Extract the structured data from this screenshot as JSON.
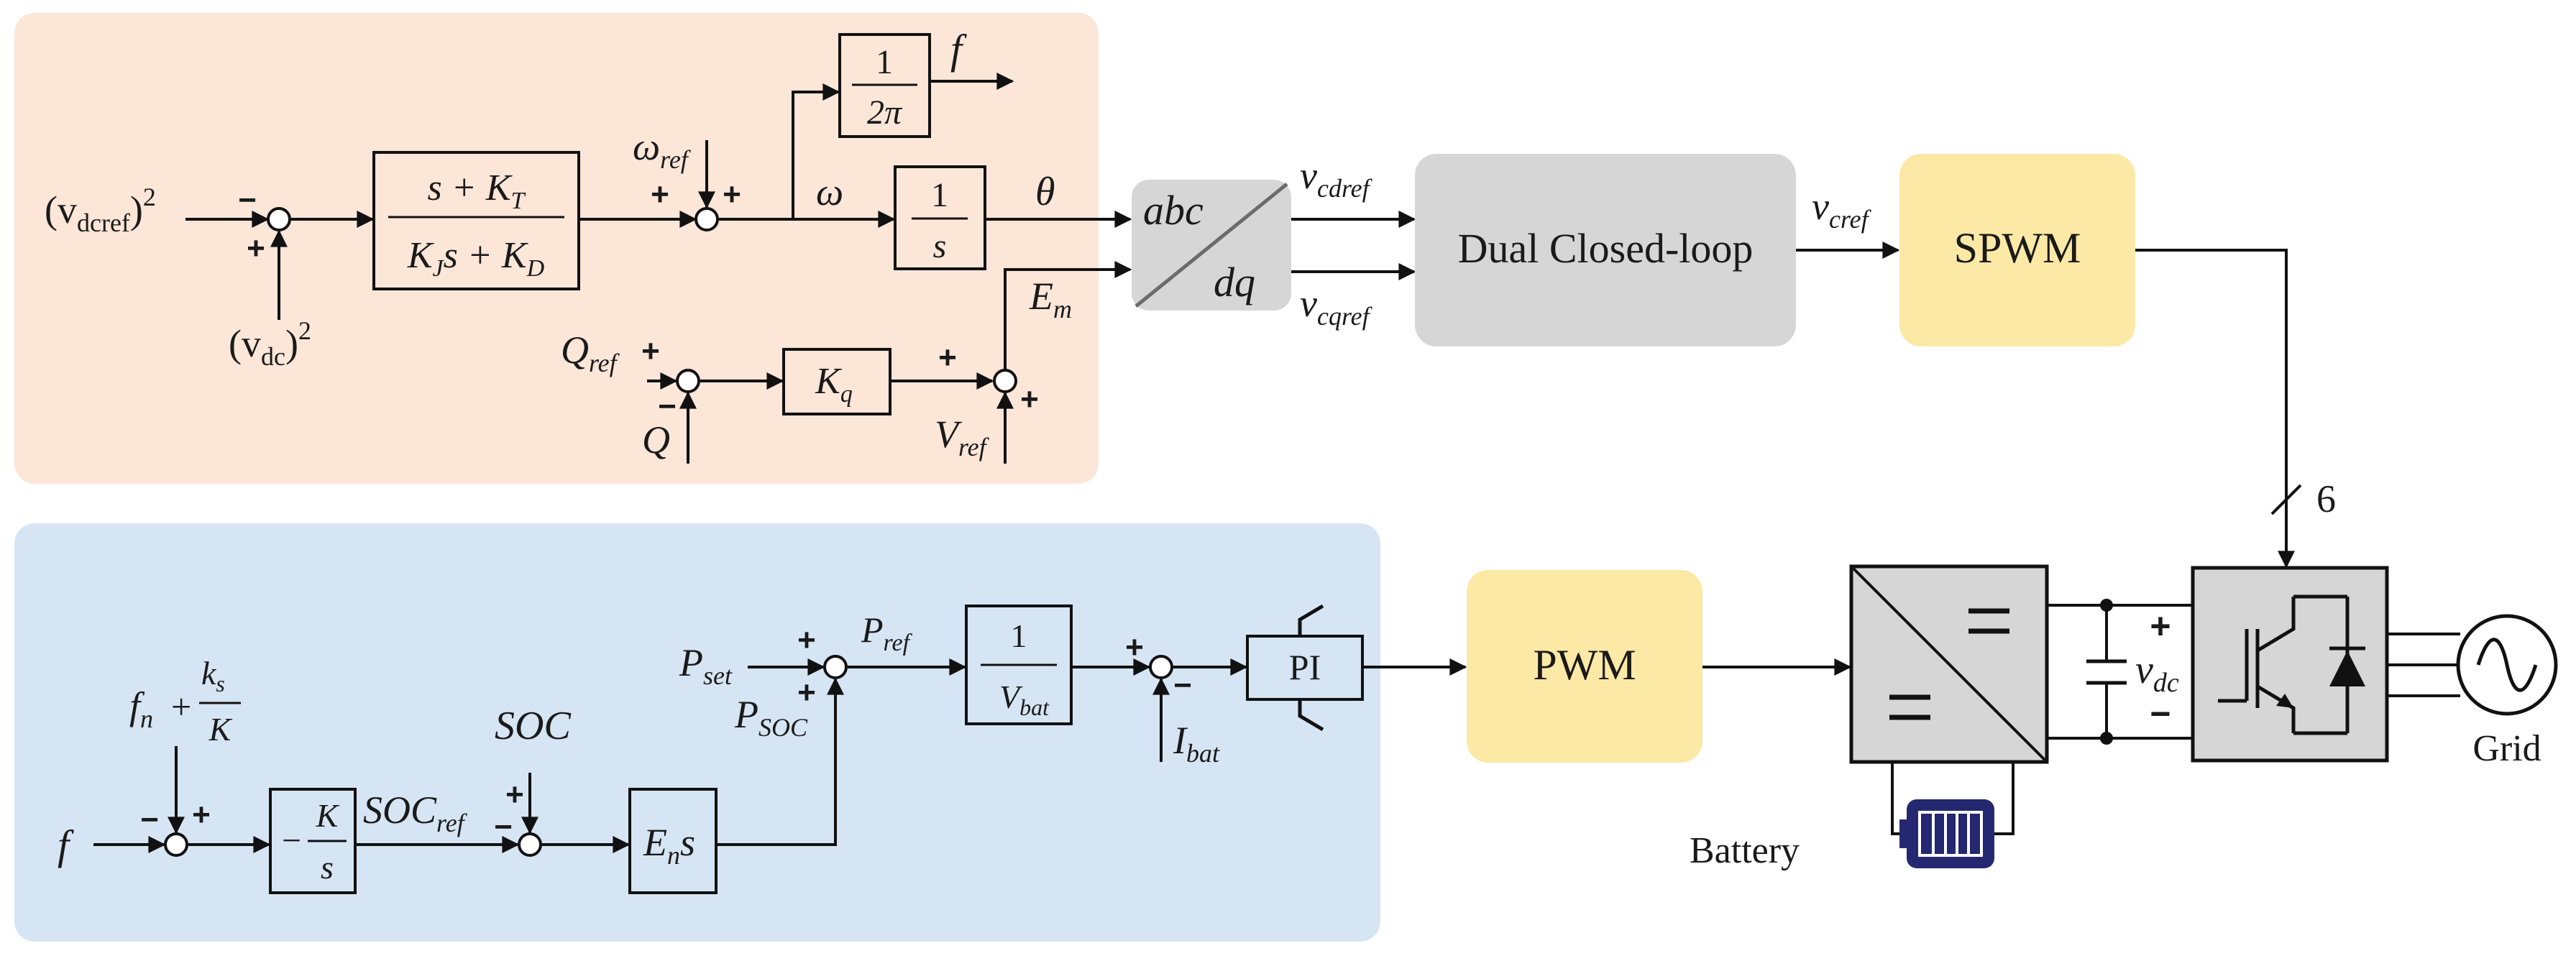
{
  "colors": {
    "voltage_panel": "#fbe6d8",
    "battery_panel": "#d6e5f4",
    "gray_block": "#d6d6d6",
    "yellow_block": "#fde9a6",
    "battery_body": "#242870"
  },
  "voltage_control": {
    "vdcref_open": "(v",
    "vdcref_sub": "dcref",
    "vdcref_close": ")",
    "vdcref_exp": "2",
    "vdc_open": "(v",
    "vdc_sub": "dc",
    "vdc_close": ")",
    "vdc_exp": "2",
    "tf_num_a": "s + K",
    "tf_num_sub": "T",
    "tf_den_a": "K",
    "tf_den_sub1": "J",
    "tf_den_b": "s + K",
    "tf_den_sub2": "D",
    "omega_ref_main": "ω",
    "omega_ref_sub": "ref",
    "omega": "ω",
    "freq_num": "1",
    "freq_den": "2π",
    "f_out": "f",
    "int_num": "1",
    "int_den": "s",
    "theta": "θ",
    "em_main": "E",
    "em_sub": "m",
    "qref_main": "Q",
    "qref_sub": "ref",
    "q": "Q",
    "kq_main": "K",
    "kq_sub": "q",
    "vref_main": "V",
    "vref_sub": "ref"
  },
  "transform": {
    "top": "abc",
    "bottom": "dq"
  },
  "signals": {
    "vcdref_main": "v",
    "vcdref_sub": "cdref",
    "vcqref_main": "v",
    "vcqref_sub": "cqref",
    "vcref_main": "v",
    "vcref_sub": "cref",
    "bus_count": "6"
  },
  "blocks": {
    "dual_loop": "Dual Closed-loop",
    "spwm": "SPWM",
    "pwm": "PWM",
    "pi": "PI"
  },
  "battery_control": {
    "f_in": "f",
    "fn_main": "f",
    "fn_sub": "n",
    "plus": "+",
    "ks_main": "k",
    "ks_sub": "s",
    "k_den": "K",
    "int_k_num": "K",
    "int_k_den": "s",
    "minus": "−",
    "socref_main": "SOC",
    "socref_sub": "ref",
    "soc": "SOC",
    "ens_main": "E",
    "ens_sub": "n",
    "ens_s": "s",
    "pset_main": "P",
    "pset_sub": "set",
    "psoc_main": "P",
    "psoc_sub": "SOC",
    "pref_main": "P",
    "pref_sub": "ref",
    "vbat_num": "1",
    "vbat_main": "V",
    "vbat_sub": "bat",
    "ibat_main": "I",
    "ibat_sub": "bat"
  },
  "hardware": {
    "vdc_main": "v",
    "vdc_sub": "dc",
    "battery": "Battery",
    "grid": "Grid"
  }
}
